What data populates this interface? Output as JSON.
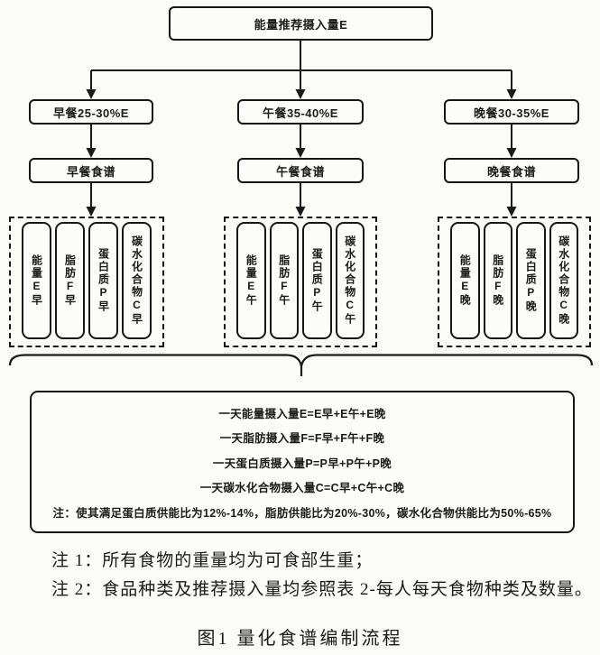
{
  "figure": {
    "top_box": "能量推荐摄入量E",
    "branches": [
      {
        "ratio_label": "早餐25-30%E",
        "recipe_label": "早餐食谱",
        "components": [
          "能量E早",
          "脂肪F早",
          "蛋白质P早",
          "碳水化合物C早"
        ]
      },
      {
        "ratio_label": "午餐35-40%E",
        "recipe_label": "午餐食谱",
        "components": [
          "能量E午",
          "脂肪F午",
          "蛋白质P午",
          "碳水化合物C午"
        ]
      },
      {
        "ratio_label": "晚餐30-35%E",
        "recipe_label": "晚餐食谱",
        "components": [
          "能量E晚",
          "脂肪F晚",
          "蛋白质P晚",
          "碳水化合物C晚"
        ]
      }
    ],
    "summary_lines": [
      "一天能量摄入量E=E早+E午+E晚",
      "一天脂肪摄入量F=F早+F午+F晚",
      "一天蛋白质摄入量P=P早+P午+P晚",
      "一天碳水化合物摄入量C=C早+C午+C晚",
      "注：使其满足蛋白质供能比为12%-14%，脂肪供能比为20%-30%，碳水化合物供能比为50%-65%"
    ],
    "notes": [
      "注 1：所有食物的重量均为可食部生重；",
      "注 2：食品种类及推荐摄入量均参照表 2-每人每天食物种类及数量。"
    ],
    "caption": "图1 量化食谱编制流程"
  },
  "colors": {
    "ink": "#1a1a1a",
    "paper": "#fbfbf8"
  }
}
